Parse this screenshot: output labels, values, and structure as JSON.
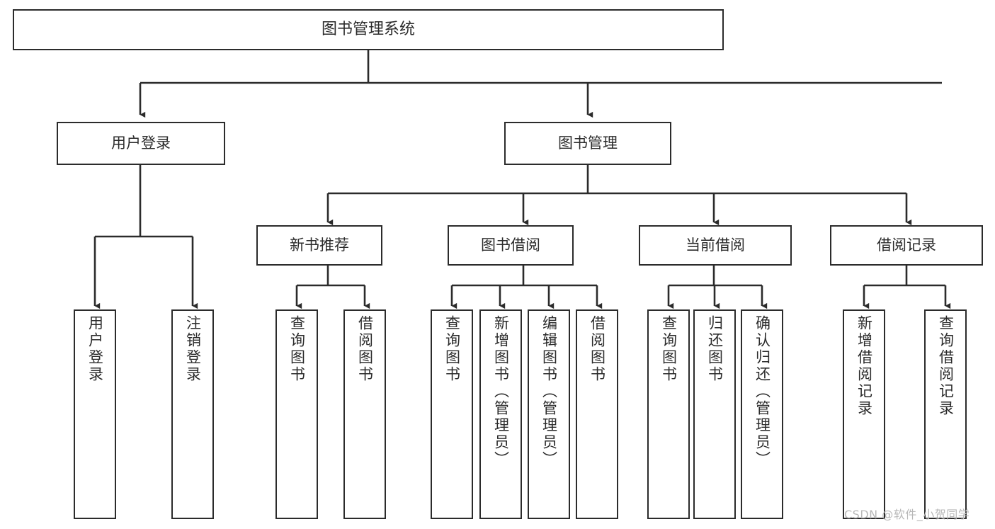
{
  "diagram": {
    "title": "图书管理系统",
    "type": "tree-hierarchy",
    "watermark": "CSDN @软件_小贺同学",
    "colors": {
      "box_border": "#2b2b2b",
      "box_fill": "#ffffff",
      "connector": "#2b2b2b",
      "text": "#2b2b2b",
      "watermark": "#b8b8b8",
      "background": "#ffffff"
    },
    "root": {
      "label": "图书管理系统"
    },
    "level2": [
      {
        "label": "用户登录"
      },
      {
        "label": "图书管理"
      }
    ],
    "level3": [
      {
        "label": "新书推荐"
      },
      {
        "label": "图书借阅"
      },
      {
        "label": "当前借阅"
      },
      {
        "label": "借阅记录"
      }
    ],
    "leaves": {
      "user_login": [
        {
          "label": "用户登录"
        },
        {
          "label": "注销登录"
        }
      ],
      "new_book_recommend": [
        {
          "label": "查询图书"
        },
        {
          "label": "借阅图书"
        }
      ],
      "book_borrow": [
        {
          "label": "查询图书"
        },
        {
          "label": "新增图书（管理员）"
        },
        {
          "label": "编辑图书（管理员）"
        },
        {
          "label": "借阅图书"
        }
      ],
      "current_borrow": [
        {
          "label": "查询图书"
        },
        {
          "label": "归还图书"
        },
        {
          "label": "确认归还（管理员）"
        }
      ],
      "borrow_record": [
        {
          "label": "新增借阅记录"
        },
        {
          "label": "查询借阅记录"
        }
      ]
    }
  }
}
